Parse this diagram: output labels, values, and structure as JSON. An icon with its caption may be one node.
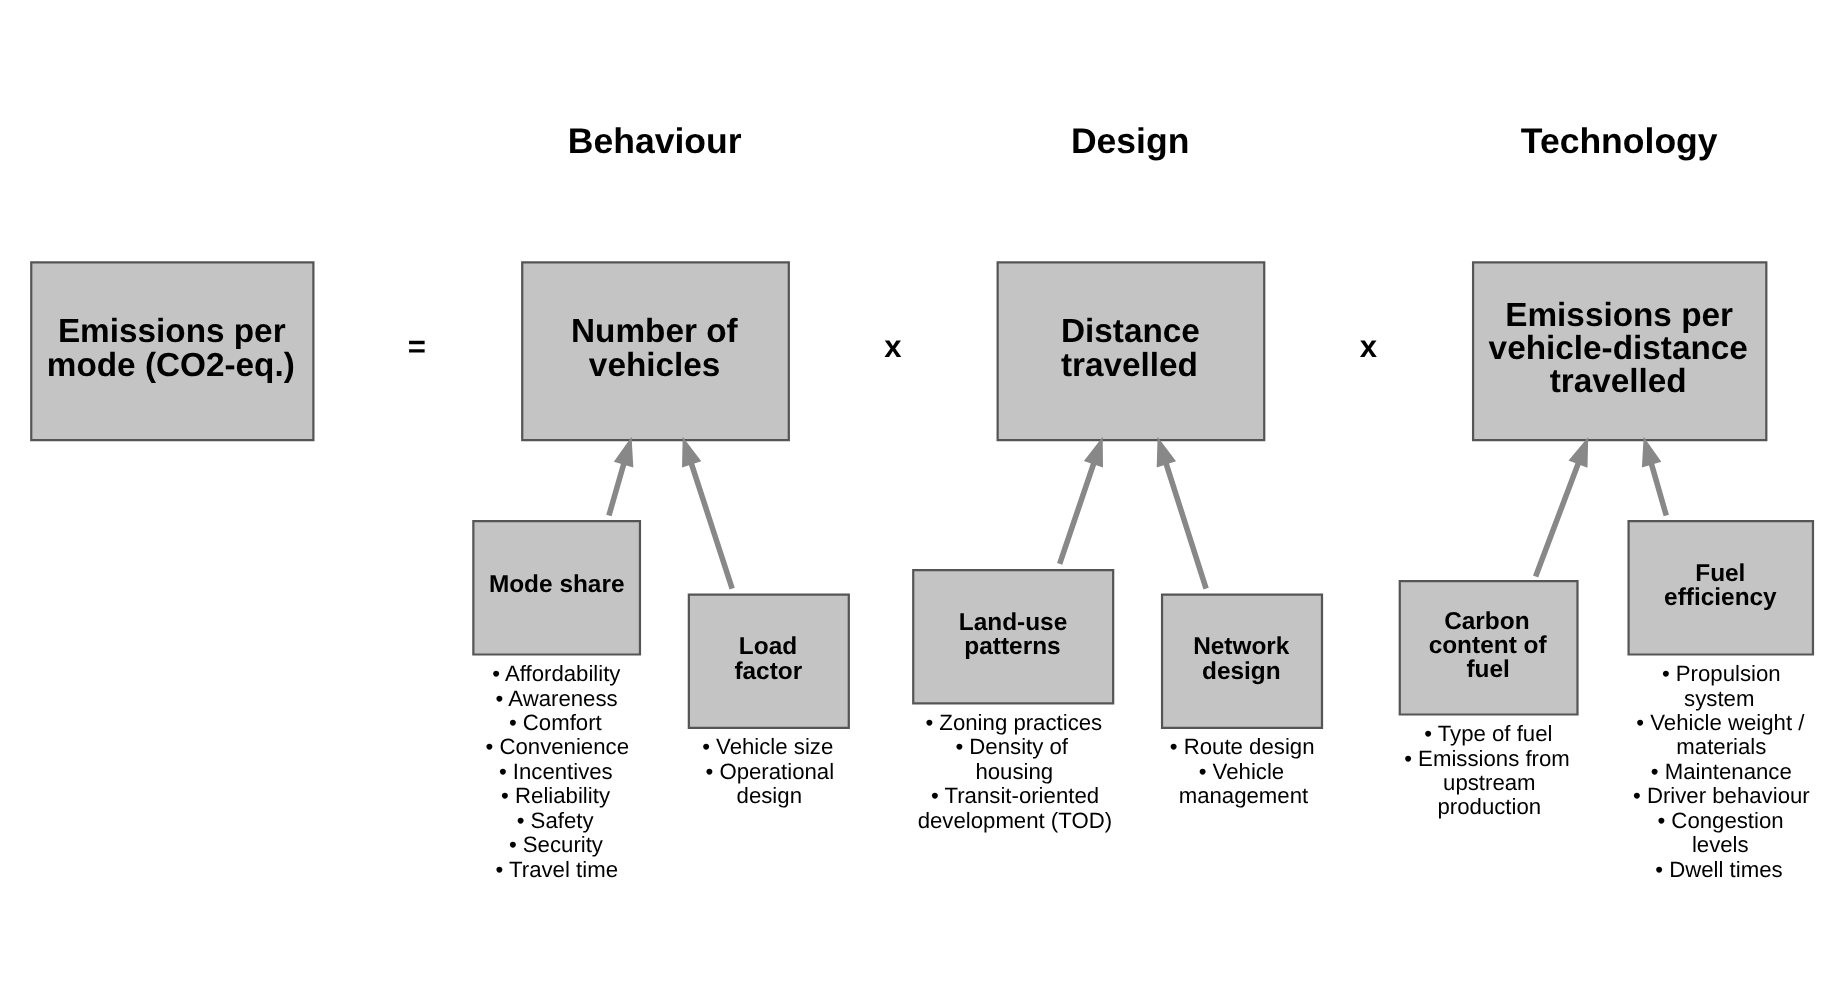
{
  "diagram": {
    "nodes": [
      {
        "text": [
          "Emissions per mode (CO2-eq.)"
        ]
      },
      {
        "text": [
          "Number of vehicles"
        ]
      },
      {
        "text": [
          "Distance travelled"
        ]
      },
      {
        "text": [
          "Emissions per vehicle-distance travelled"
        ]
      },
      {
        "text": [
          "Mode share"
        ],
        "beside": [
          "• Affordability",
          "• Awareness",
          "• Comfort",
          "• Convenience",
          "• Incentives",
          "• Reliability",
          "• Safety",
          "• Security",
          "• Travel time"
        ]
      },
      {
        "text": [
          "Load factor"
        ],
        "beside": [
          "• Vehicle size",
          "• Operational design"
        ]
      },
      {
        "text": [
          "Land-use patterns"
        ],
        "beside": [
          "• Zoning practices",
          "• Density of housing",
          "• Transit-oriented development (TOD)"
        ]
      },
      {
        "text": [
          "Network design"
        ],
        "beside": [
          "• Route design",
          "• Vehicle management"
        ]
      },
      {
        "text": [
          "Carbon content of fuel"
        ],
        "beside": [
          "• Type of fuel",
          "• Emissions from upstream production"
        ]
      },
      {
        "text": [
          "Fuel efficiency"
        ],
        "beside": [
          "• Propulsion system",
          "• Vehicle weight / materials",
          "• Maintenance",
          "• Driver behaviour",
          "• Congestion levels",
          "• Dwell times"
        ]
      }
    ],
    "edges": [
      {
        "from": 4,
        "to": 1,
        "arrow": "to"
      },
      {
        "from": 5,
        "to": 1,
        "arrow": "to"
      },
      {
        "from": 6,
        "to": 2,
        "arrow": "to"
      },
      {
        "from": 7,
        "to": 2,
        "arrow": "to"
      },
      {
        "from": 8,
        "to": 3,
        "arrow": "to"
      },
      {
        "from": 9,
        "to": 3,
        "arrow": "to"
      }
    ],
    "labels": [
      "Behaviour",
      "Design",
      "Technology",
      "=",
      "x",
      "x"
    ]
  }
}
